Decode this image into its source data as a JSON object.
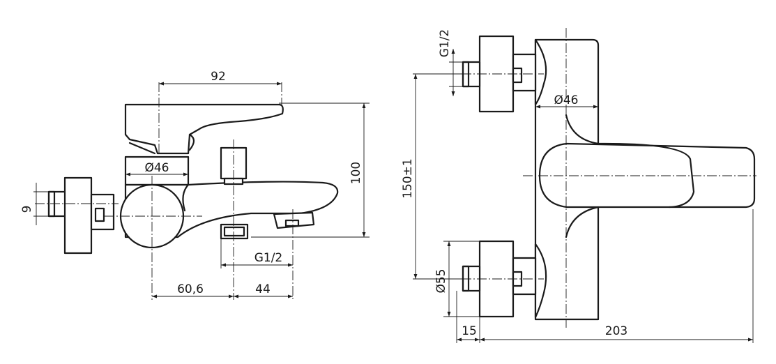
{
  "side_view": {
    "dim_width_top": "92",
    "dim_body_diameter": "Ø46",
    "dim_height": "100",
    "dim_pipe_offset": "9",
    "dim_thread_bottom": "G1/2",
    "dim_spout_offset": "60,6",
    "dim_spout_right": "44"
  },
  "top_view": {
    "dim_thread_top": "G1/2",
    "dim_body_diameter": "Ø46",
    "dim_center_distance": "150±1",
    "dim_flange_diameter": "Ø55",
    "dim_wall_depth": "15",
    "dim_total_depth": "203"
  }
}
